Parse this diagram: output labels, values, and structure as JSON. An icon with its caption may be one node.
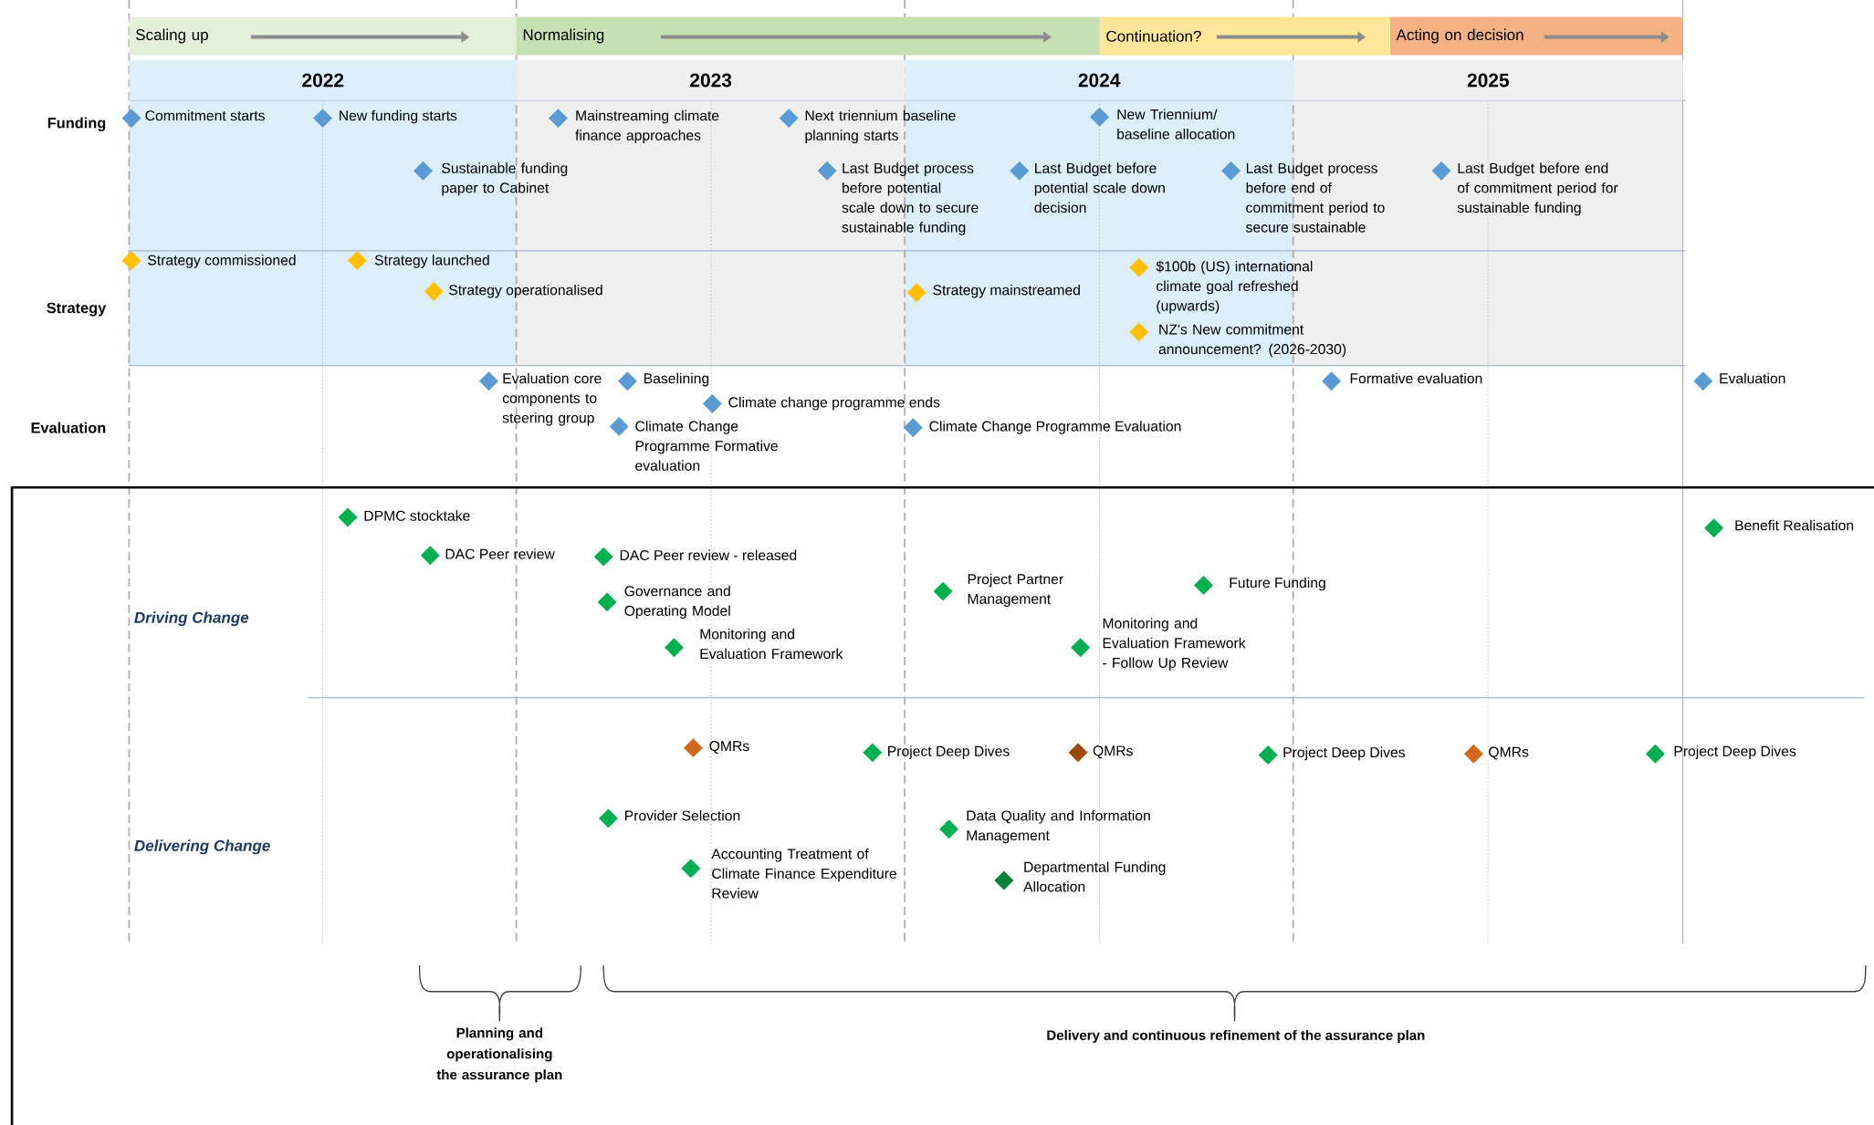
{
  "diagram": {
    "nodes": [
      {
        "text": [
          "Scaling up"
        ]
      },
      {
        "text": [
          "Normalising"
        ]
      },
      {
        "text": [
          "Continuation?"
        ]
      },
      {
        "text": [
          "Acting on decision"
        ]
      },
      {
        "text": [
          "2022"
        ]
      },
      {
        "text": [
          "2023"
        ]
      },
      {
        "text": [
          "2024"
        ]
      },
      {
        "text": [
          "2025"
        ]
      }
    ],
    "labels": [
      "Funding",
      "Commitment starts",
      "New funding starts",
      "Mainstreaming climate finance approaches",
      "Next triennium baseline planning starts",
      "New Triennium/ baseline allocation",
      "Sustainable funding paper to Cabinet",
      "Last Budget process before potential scale down to secure sustainable funding",
      "Last Budget before potential scale down decision",
      "Last Budget process before end of commitment period to secure sustainable",
      "Last Budget before end of commitment period for sustainable funding",
      "Strategy",
      "Strategy commissioned",
      "Strategy launched",
      "Strategy operationalised",
      "Strategy mainstreamed",
      "$100b (US) international climate goal refreshed (upwards)",
      "NZ's New commitment announcement? (2026-2030)",
      "Evaluation",
      "Evaluation core components to steering group",
      "Baselining",
      "Climate change programme ends",
      "Climate Change Programme Formative evaluation",
      "Climate Change Programme Evaluation",
      "Formative evaluation",
      "Evaluation",
      "Driving Change",
      "DPMC stocktake",
      "DAC Peer review",
      "DAC Peer review - released",
      "Governance and Operating Model",
      "Monitoring and Evaluation Framework",
      "Project Partner Management",
      "Future Funding",
      "Monitoring and Evaluation Framework - Follow Up Review",
      "Benefit Realisation",
      "Delivering Change",
      "QMRs",
      "Project Deep Dives",
      "QMRs",
      "Project Deep Dives",
      "QMRs",
      "Project Deep Dives",
      "Provider Selection",
      "Accounting Treatment of Climate Finance Expenditure Review",
      "Data Quality and Information Management",
      "Departmental Funding Allocation",
      "Planning and operationalising the assurance plan",
      "Delivery and continuous refinement of the assurance plan"
    ]
  }
}
